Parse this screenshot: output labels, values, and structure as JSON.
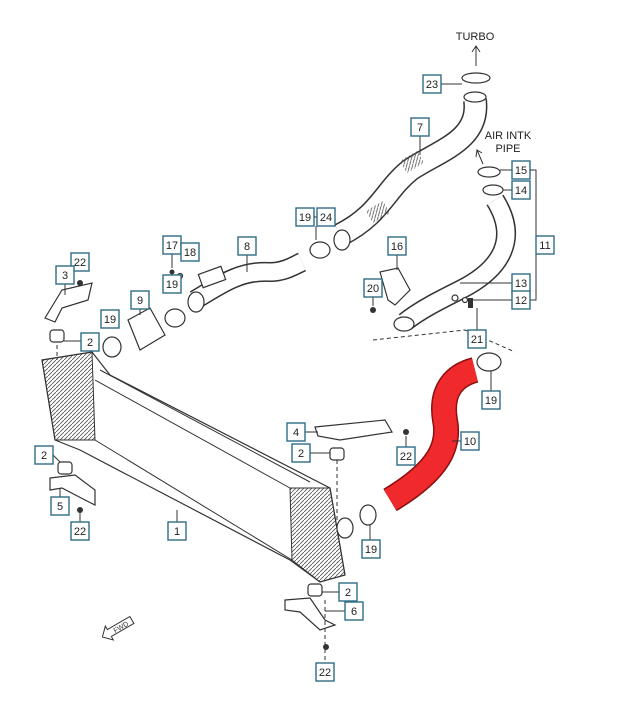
{
  "labels": {
    "turbo": "TURBO",
    "air_intk_line1": "AIR INTK",
    "air_intk_line2": "PIPE",
    "fwd": "FWD"
  },
  "highlight_color": "#f0292c",
  "callouts": [
    "23",
    "7",
    "15",
    "14",
    "11",
    "19",
    "24",
    "17",
    "18",
    "8",
    "16",
    "22",
    "3",
    "9",
    "19",
    "20",
    "13",
    "12",
    "21",
    "19",
    "2",
    "19",
    "4",
    "2",
    "22",
    "10",
    "2",
    "5",
    "22",
    "1",
    "19",
    "2",
    "6",
    "22"
  ]
}
